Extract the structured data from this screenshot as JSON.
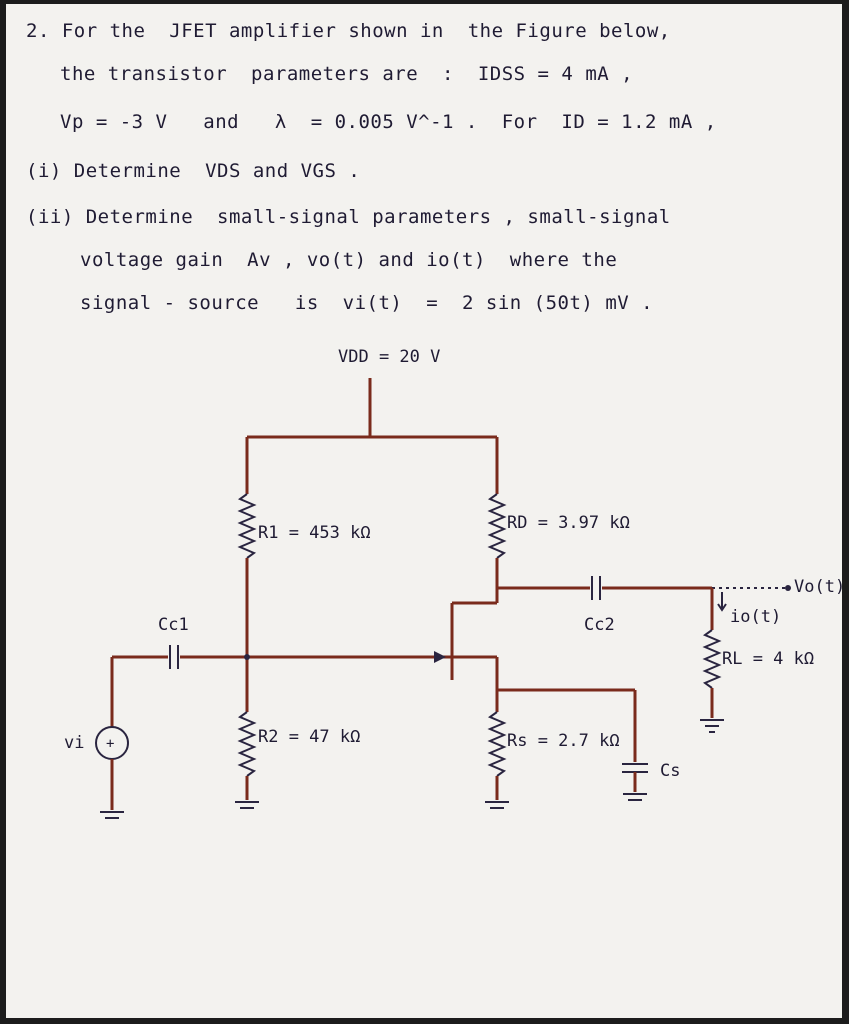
{
  "problem": {
    "line1": "2. For the  JFET amplifier shown in  the Figure below,",
    "line2": "the transistor  parameters are  :  IDSS = 4 mA ,",
    "line3": "Vp = -3 V   and   λ  = 0.005 V^-1 .  For  ID = 1.2 mA ,",
    "line4": "(i) Determine  VDS and VGS .",
    "line5": "(ii) Determine  small-signal parameters , small-signal",
    "line6": "voltage gain  Av , vo(t) and io(t)  where the",
    "line7": "signal - source   is  vi(t)  =  2 sin (50t) mV ."
  },
  "circuit": {
    "vdd": "VDD = 20 V",
    "r1": "R1 = 453 kΩ",
    "rd": "RD = 3.97 kΩ",
    "r2": "R2 = 47 kΩ",
    "rs": "Rs = 2.7 kΩ",
    "rl": "RL = 4 kΩ",
    "cc1": "Cc1",
    "cc2": "Cc2",
    "cs": "Cs",
    "vi": "vi",
    "vo": "Vo(t)",
    "io": "io(t)"
  }
}
